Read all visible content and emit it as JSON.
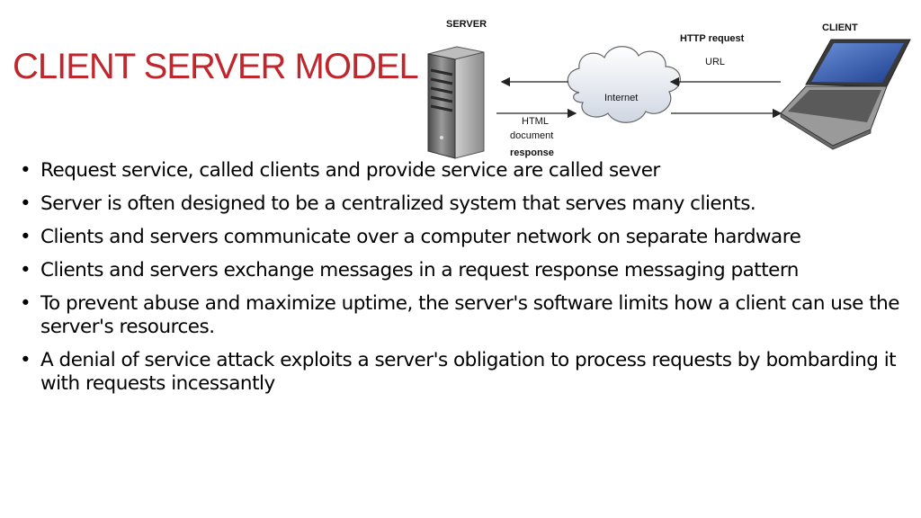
{
  "slide": {
    "title": "CLIENT SERVER MODEL",
    "title_color": "#c0272d"
  },
  "diagram": {
    "server_label": "SERVER",
    "client_label": "CLIENT",
    "request_label": "HTTP request",
    "url_label": "URL",
    "cloud_label": "Internet",
    "response_line1": "HTML",
    "response_line2": "document",
    "response_line3": "response"
  },
  "bullets": [
    "Request service, called clients and provide service are called sever",
    "Server is often designed to be a centralized system that serves many clients.",
    "Clients and servers communicate over a computer network on separate hardware",
    "Clients and servers exchange messages in a request response messaging pattern",
    "To prevent abuse and maximize uptime, the server's software limits how a client can use the server's resources.",
    "A denial of service attack exploits a server's obligation to process requests by bombarding it with requests incessantly"
  ],
  "bullet_glyph": "•"
}
